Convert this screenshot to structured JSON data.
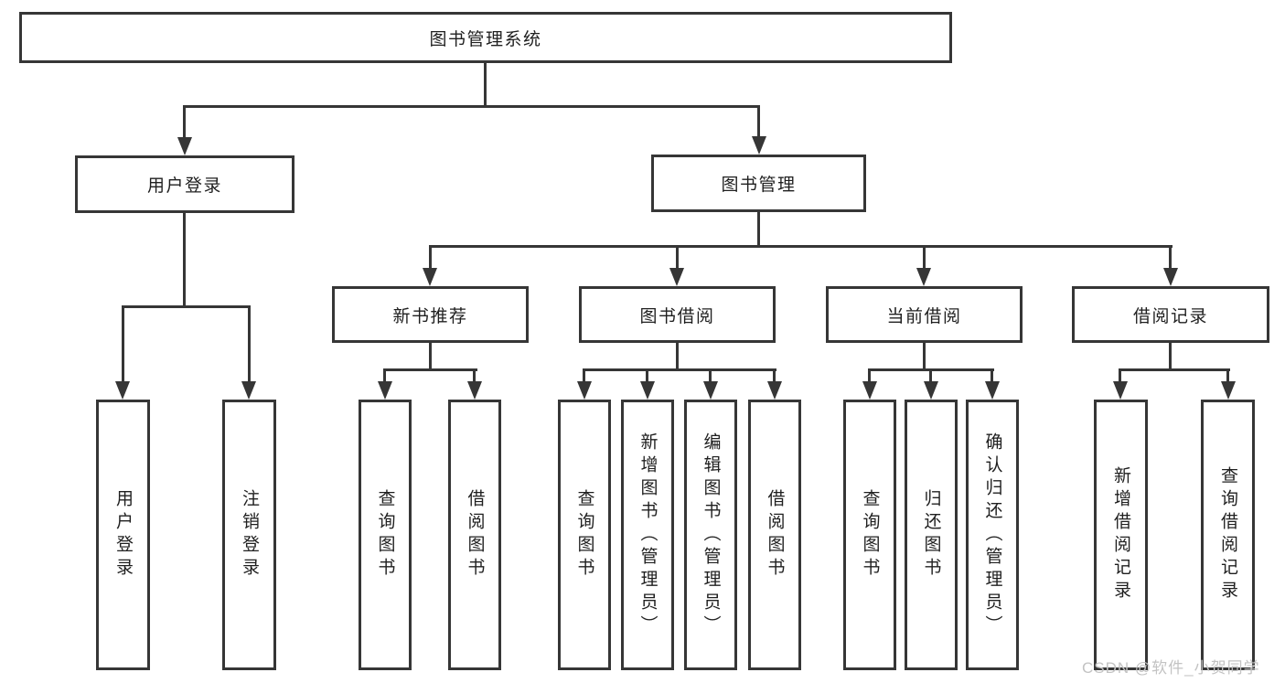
{
  "diagram": {
    "title": "图书管理系统",
    "level2": [
      {
        "label": "用户登录",
        "parent": "图书管理系统"
      },
      {
        "label": "图书管理",
        "parent": "图书管理系统"
      }
    ],
    "level3": [
      {
        "label": "新书推荐",
        "parent": "图书管理"
      },
      {
        "label": "图书借阅",
        "parent": "图书管理"
      },
      {
        "label": "当前借阅",
        "parent": "图书管理"
      },
      {
        "label": "借阅记录",
        "parent": "图书管理"
      }
    ],
    "leaves": [
      {
        "label": "用户登录",
        "parent": "用户登录"
      },
      {
        "label": "注销登录",
        "parent": "用户登录"
      },
      {
        "label": "查询图书",
        "parent": "新书推荐"
      },
      {
        "label": "借阅图书",
        "parent": "新书推荐"
      },
      {
        "label": "查询图书",
        "parent": "图书借阅"
      },
      {
        "label": "新增图书（管理员）",
        "parent": "图书借阅"
      },
      {
        "label": "编辑图书（管理员）",
        "parent": "图书借阅"
      },
      {
        "label": "借阅图书",
        "parent": "图书借阅"
      },
      {
        "label": "查询图书",
        "parent": "当前借阅"
      },
      {
        "label": "归还图书",
        "parent": "当前借阅"
      },
      {
        "label": "确认归还（管理员）",
        "parent": "当前借阅"
      },
      {
        "label": "新增借阅记录",
        "parent": "借阅记录"
      },
      {
        "label": "查询借阅记录",
        "parent": "借阅记录"
      }
    ]
  },
  "watermark": {
    "text": "CSDN @软件_小贺同学"
  },
  "colors": {
    "line": "#363636",
    "text": "#1f1f1f",
    "watermark": "#c3c3c3",
    "background": "#ffffff"
  }
}
